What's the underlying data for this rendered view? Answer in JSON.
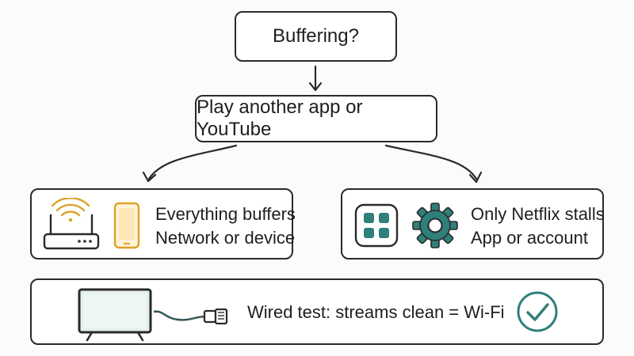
{
  "nodes": {
    "start": {
      "label": "Buffering?"
    },
    "test": {
      "label": "Play another app or YouTube"
    },
    "left": {
      "line1": "Everything buffers",
      "line2": "Network or device"
    },
    "right": {
      "line1": "Only Netflix stalls",
      "line2": "App or account"
    },
    "bottom": {
      "label": "Wired test: streams clean = Wi-Fi"
    }
  },
  "icons": {
    "left": [
      "wifi-router-icon",
      "smartphone-icon"
    ],
    "right": [
      "app-grid-icon",
      "gear-icon"
    ],
    "bottom": [
      "tv-icon",
      "ethernet-cable-icon",
      "check-circle-icon"
    ]
  },
  "colors": {
    "stroke": "#2a2a2a",
    "wifi_accent": "#e0a22a",
    "phone_accent": "#e0a22a",
    "teal": "#2f7f7a"
  }
}
